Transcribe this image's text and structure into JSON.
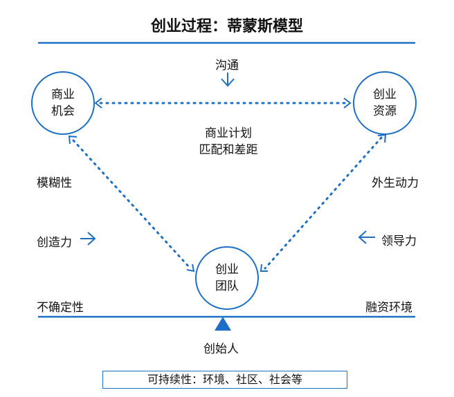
{
  "title": "创业过程：蒂蒙斯模型",
  "nodes": {
    "opportunity": [
      "商业",
      "机会"
    ],
    "resources": [
      "创业",
      "资源"
    ],
    "team": [
      "创业",
      "团队"
    ]
  },
  "labels": {
    "communication": "沟通",
    "plan_line1": "商业计划",
    "plan_line2": "匹配和差距",
    "ambiguity": "模糊性",
    "creativity": "创造力",
    "uncertainty": "不确定性",
    "external_forces": "外生动力",
    "leadership": "领导力",
    "capital_environment": "融资环境",
    "founder": "创始人",
    "sustainability": "可持续性：环境、社区、社会等"
  },
  "colors": {
    "accent": "#1b6fc4",
    "text": "#111111"
  }
}
